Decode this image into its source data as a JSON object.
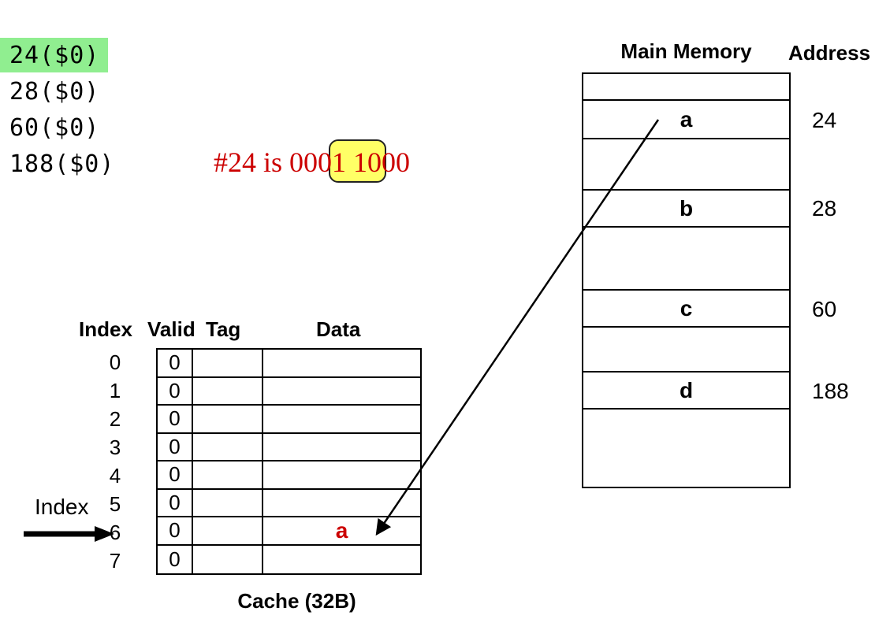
{
  "access_list": {
    "items": [
      {
        "label": "24($0)",
        "highlighted": true
      },
      {
        "label": "28($0)",
        "highlighted": false
      },
      {
        "label": "60($0)",
        "highlighted": false
      },
      {
        "label": "188($0)",
        "highlighted": false
      }
    ]
  },
  "hint": {
    "prefix": "#24 is 000",
    "highlighted_bits": "1 10",
    "suffix": "00"
  },
  "cache": {
    "headers": {
      "index": "Index",
      "valid": "Valid",
      "tag": "Tag",
      "data": "Data"
    },
    "rows": [
      {
        "index": "0",
        "valid": "0",
        "tag": "",
        "data": ""
      },
      {
        "index": "1",
        "valid": "0",
        "tag": "",
        "data": ""
      },
      {
        "index": "2",
        "valid": "0",
        "tag": "",
        "data": ""
      },
      {
        "index": "3",
        "valid": "0",
        "tag": "",
        "data": ""
      },
      {
        "index": "4",
        "valid": "0",
        "tag": "",
        "data": ""
      },
      {
        "index": "5",
        "valid": "0",
        "tag": "",
        "data": ""
      },
      {
        "index": "6",
        "valid": "0",
        "tag": "",
        "data": "a"
      },
      {
        "index": "7",
        "valid": "0",
        "tag": "",
        "data": ""
      }
    ],
    "caption": "Cache (32B)",
    "pointer_label": "Index"
  },
  "memory": {
    "title": "Main Memory",
    "address_header": "Address",
    "rows": [
      {
        "label": "",
        "address": ""
      },
      {
        "label": "a",
        "address": "24"
      },
      {
        "label": "",
        "address": ""
      },
      {
        "label": "b",
        "address": "28"
      },
      {
        "label": "",
        "address": ""
      },
      {
        "label": "c",
        "address": "60"
      },
      {
        "label": "",
        "address": ""
      },
      {
        "label": "d",
        "address": "188"
      },
      {
        "label": "",
        "address": ""
      }
    ]
  },
  "colors": {
    "highlight_green": "#90EE90",
    "highlight_yellow": "#FFFF66",
    "accent_red": "#CC0000",
    "line_black": "#000000"
  }
}
